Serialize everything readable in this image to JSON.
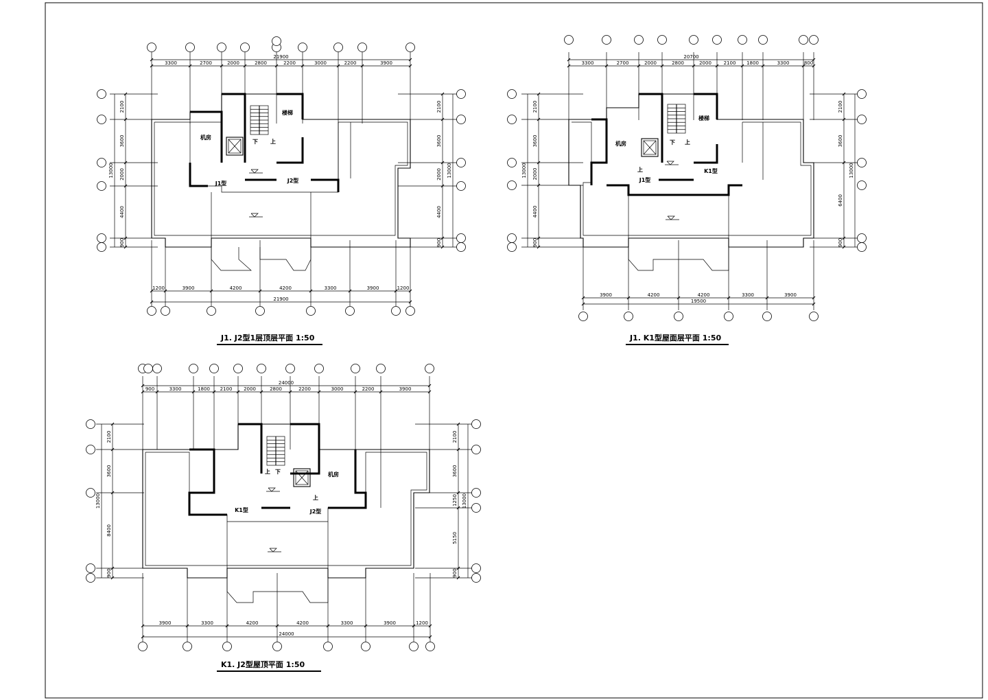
{
  "plans": [
    {
      "title": "J1. J2型1层顶层平面  1:50",
      "top_total": "21900",
      "top_dims": [
        "3300",
        "2700",
        "2000",
        "2800",
        "2200",
        "3000",
        "2200",
        "3900"
      ],
      "bottom_total": "21900",
      "bottom_dims": [
        "1200",
        "3900",
        "4200",
        "4200",
        "3300",
        "3900",
        "1200"
      ],
      "left_total": "13000",
      "left_dims": [
        "2100",
        "3600",
        "2000",
        "4400",
        "900"
      ],
      "right_total": "13000",
      "right_dims": [
        "2100",
        "3600",
        "2000",
        "4400",
        "900"
      ],
      "rooms": [
        "机房",
        "楼梯",
        "电梯井",
        "J1型",
        "J2型",
        "上",
        "下"
      ]
    },
    {
      "title": "J1. K1型屋面层平面  1:50",
      "top_total": "20700",
      "top_dims": [
        "3300",
        "2700",
        "2000",
        "2800",
        "2000",
        "2100",
        "1800",
        "3300",
        "800"
      ],
      "bottom_total": "19500",
      "bottom_dims": [
        "3900",
        "4200",
        "4200",
        "3300",
        "3900"
      ],
      "left_total": "13000",
      "left_dims": [
        "2100",
        "3600",
        "2000",
        "4400",
        "900"
      ],
      "right_total": "13000",
      "right_dims": [
        "2100",
        "3600",
        "6400",
        "900"
      ],
      "rooms": [
        "机房",
        "楼梯",
        "J1型",
        "K1型",
        "上",
        "下"
      ]
    },
    {
      "title": "K1. J2型屋顶平面  1:50",
      "top_total": "24000",
      "top_dims": [
        "900",
        "3300",
        "1800",
        "2100",
        "2000",
        "2800",
        "2200",
        "3000",
        "2200",
        "3900"
      ],
      "bottom_total": "24000",
      "bottom_dims": [
        "3900",
        "3300",
        "4200",
        "4200",
        "3300",
        "3900",
        "1200"
      ],
      "left_total": "13000",
      "left_dims": [
        "2100",
        "3600",
        "8400",
        "900"
      ],
      "right_total": "13000",
      "right_dims": [
        "2100",
        "3600",
        "1250",
        "5150",
        "900"
      ],
      "rooms": [
        "机房",
        "K1型",
        "J2型",
        "上",
        "下"
      ]
    }
  ]
}
